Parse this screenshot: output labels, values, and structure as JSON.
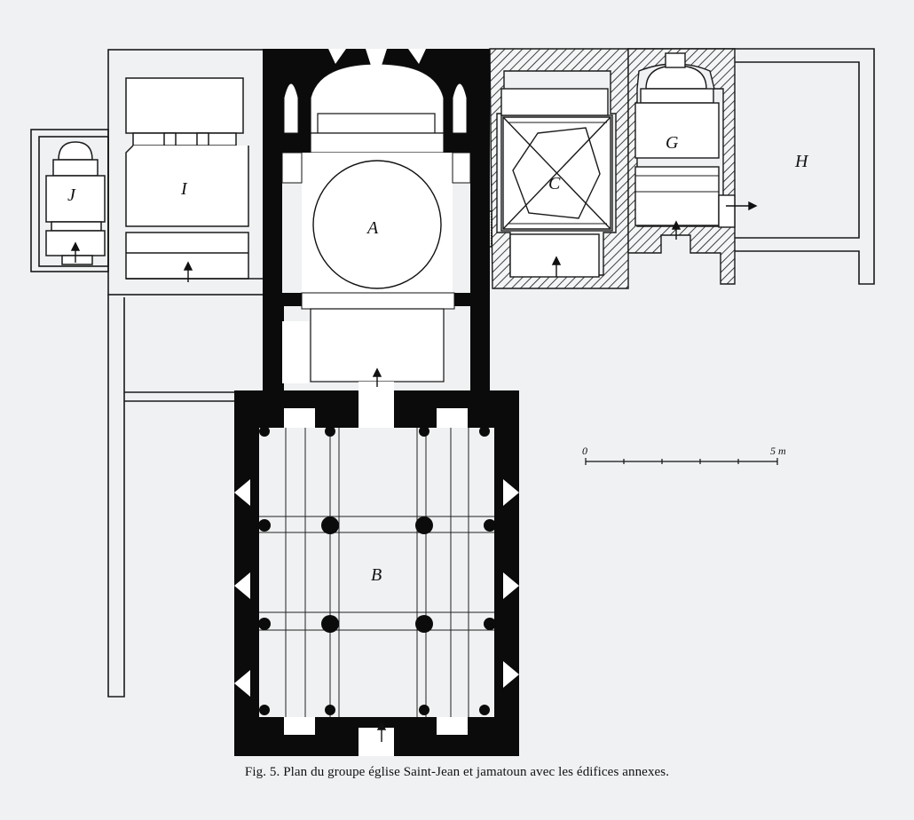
{
  "figure": {
    "caption": "Fig. 5. Plan du groupe église Saint-Jean et jamatoun avec les édifices annexes.",
    "labels": {
      "a": "A",
      "b": "B",
      "c": "C",
      "g": "G",
      "h": "H",
      "i": "I",
      "j": "J"
    },
    "scale": {
      "start": "0",
      "end": "5 m"
    }
  },
  "colors": {
    "wall": "#0b0b0b",
    "paper": "#eff1f3",
    "line": "#1a1a1a"
  }
}
